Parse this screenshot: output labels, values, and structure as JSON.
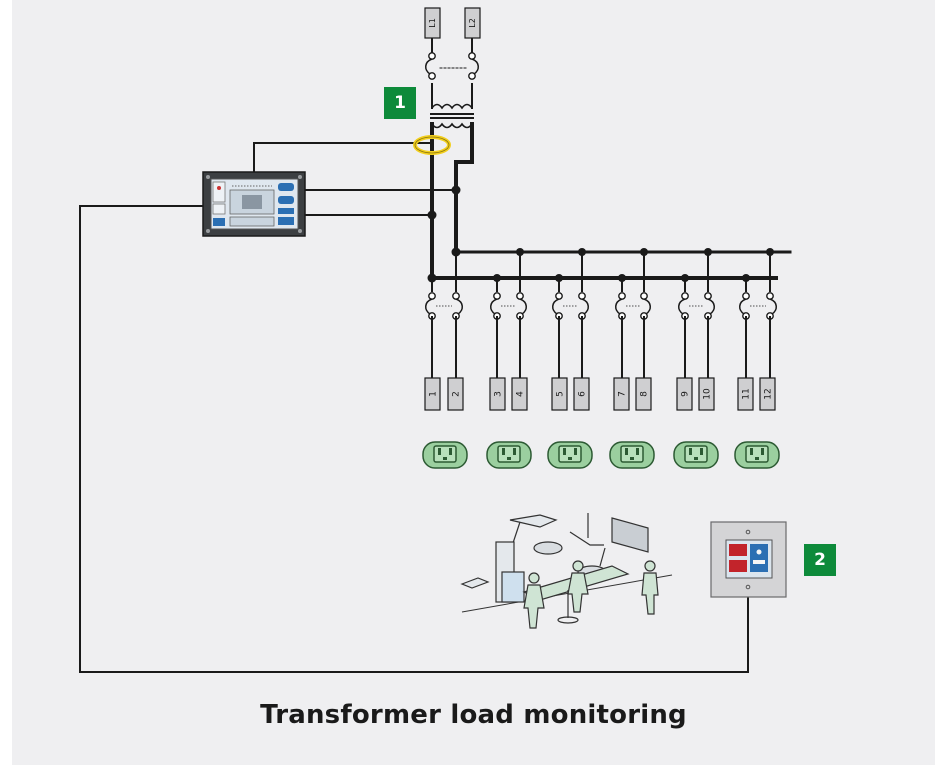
{
  "title": "Transformer load monitoring",
  "callouts": [
    "1",
    "2"
  ],
  "supply_fuses": [
    "L1",
    "L2"
  ],
  "circuit_numbers": [
    "1",
    "2",
    "3",
    "4",
    "5",
    "6",
    "7",
    "8",
    "9",
    "10",
    "11",
    "12"
  ],
  "colors": {
    "background": "#efeff1",
    "wire": "#1a1a1a",
    "callout": "#0d8a3a",
    "receptacle": "#9bcf9f",
    "current_sensor": "#f2cf1d",
    "monitor_panel": "#3c3f42"
  },
  "icons": [
    "fuse-icon",
    "breaker-icon",
    "transformer-icon",
    "current-sensor-icon",
    "isolation-monitor-icon",
    "receptacle-icon",
    "operating-room-icon",
    "remote-indicator-icon"
  ]
}
